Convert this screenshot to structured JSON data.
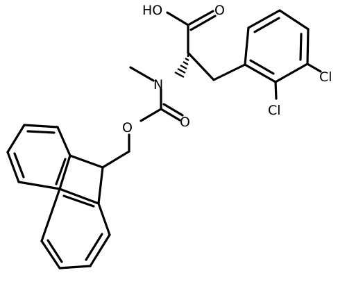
{
  "molecule": {
    "atom_labels": {
      "hydroxyl": "HO",
      "carbonyl_oxygen": "O",
      "nitrogen": "N",
      "ester_oxygen": "O",
      "carbamate_oxygen": "O",
      "chlorine_meta": "Cl",
      "chlorine_ortho": "Cl"
    },
    "colors": {
      "bond": "#000000",
      "background": "#ffffff"
    }
  }
}
